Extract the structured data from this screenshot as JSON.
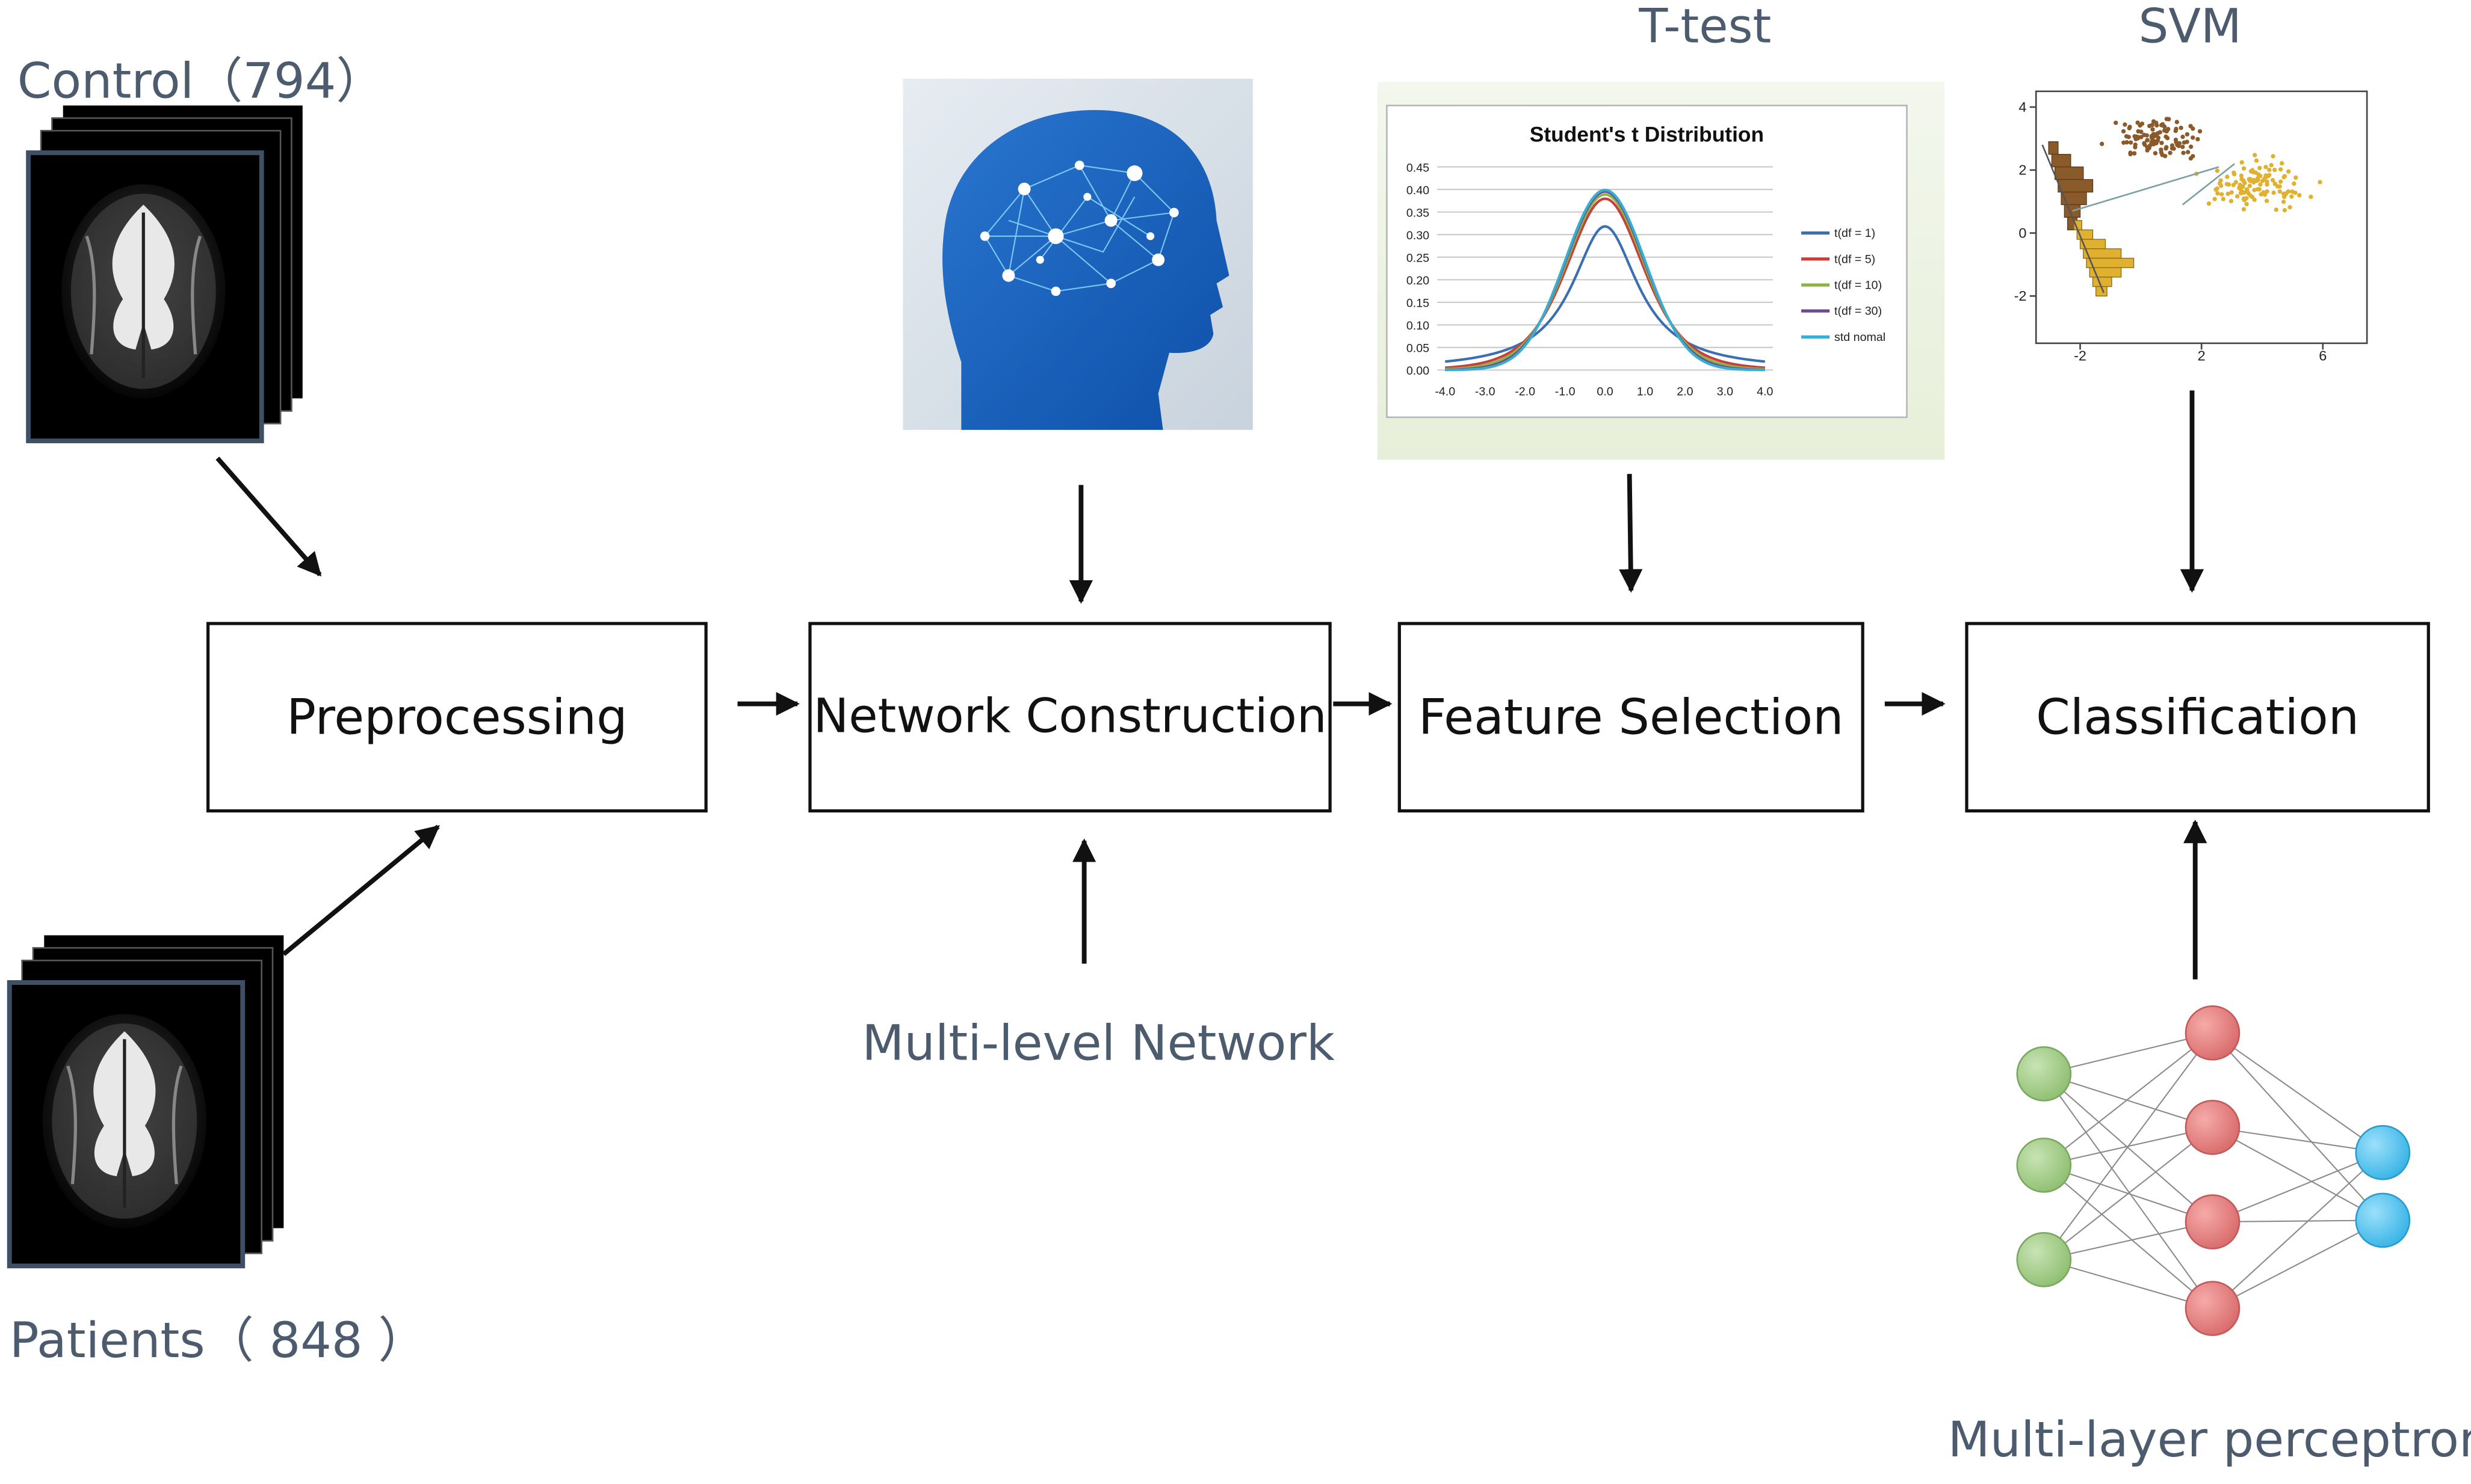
{
  "labels": {
    "control": "Control（794）",
    "patients": "Patients（ 848 ）",
    "t_test": "T-test",
    "svm": "SVM",
    "multi_level": "Multi-level Network",
    "mlp": "Multi-layer perceptron"
  },
  "boxes": {
    "preprocessing": "Preprocessing",
    "network_construction": "Network Construction",
    "feature_selection": "Feature Selection",
    "classification": "Classification"
  },
  "t_chart": {
    "title": "Student's t Distribution",
    "y_ticks": [
      "0.45",
      "0.40",
      "0.35",
      "0.30",
      "0.25",
      "0.20",
      "0.15",
      "0.10",
      "0.05",
      "0.00"
    ],
    "x_ticks": [
      "-4.0",
      "-3.0",
      "-2.0",
      "-1.0",
      "0.0",
      "1.0",
      "2.0",
      "3.0",
      "4.0"
    ],
    "legend": [
      "t(df = 1)",
      "t(df = 5)",
      "t(df = 10)",
      "t(df = 30)",
      "std nomal"
    ],
    "colors": [
      "#3a6fb3",
      "#c6403a",
      "#8fb04a",
      "#6b4a94",
      "#3aaed0"
    ]
  },
  "svm_chart": {
    "y_ticks": [
      "4",
      "2",
      "0",
      "-2"
    ],
    "x_ticks": [
      "-2",
      "2",
      "6"
    ],
    "class_colors": [
      "#8a5a2b",
      "#e0b030"
    ]
  },
  "mlp": {
    "input_color": "#a8d08d",
    "hidden_color": "#ee8a8a",
    "output_color": "#5cc8f0"
  }
}
